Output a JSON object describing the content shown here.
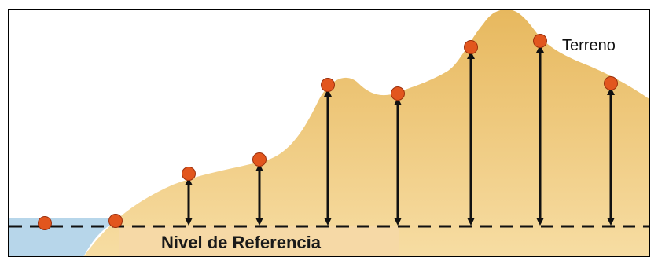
{
  "labels": {
    "terrain": "Terreno",
    "reference_level": "Nivel de Referencia"
  },
  "colors": {
    "terrain_fill": "#EFC77A",
    "terrain_light": "#F7DDA3",
    "water": "#B7D6EA",
    "point": "#E2561E",
    "line": "#111111",
    "frame": "#000000",
    "label_band": "#F6D9A6"
  },
  "points": [
    {
      "id": "p1",
      "on_reference": true
    },
    {
      "id": "p2",
      "on_reference": true
    },
    {
      "id": "p3",
      "has_arrow": true
    },
    {
      "id": "p4",
      "has_arrow": true
    },
    {
      "id": "p5",
      "has_arrow": true
    },
    {
      "id": "p6",
      "has_arrow": true
    },
    {
      "id": "p7",
      "has_arrow": true
    },
    {
      "id": "p8",
      "has_arrow": true
    },
    {
      "id": "p9",
      "has_arrow": true
    }
  ]
}
